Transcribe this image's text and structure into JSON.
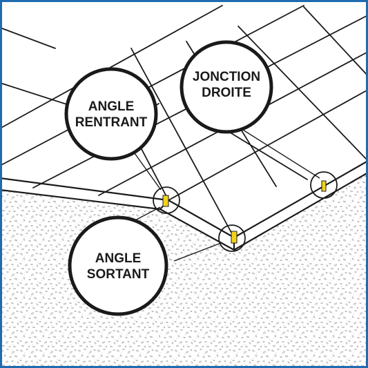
{
  "callouts": {
    "angle_rentrant": {
      "line1": "ANGLE",
      "line2": "RENTRANT"
    },
    "jonction_droite": {
      "line1": "JONCTION",
      "line2": "DROITE"
    },
    "angle_sortant": {
      "line1": "ANGLE",
      "line2": "SORTANT"
    }
  },
  "colors": {
    "frame": "#1f6bb0",
    "ink": "#1a1a1a",
    "profile": "#f2d21b",
    "gravel": "#a9a9a9"
  }
}
